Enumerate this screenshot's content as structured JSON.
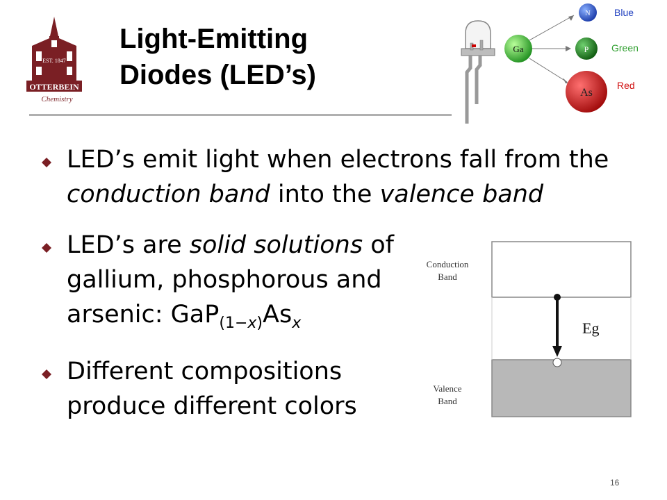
{
  "slide": {
    "title_line1": "Light-Emitting",
    "title_line2": "Diodes (LED’s)",
    "page_number": "16"
  },
  "logo": {
    "text_top": "EST. 1847",
    "text_name": "OTTERBEIN",
    "text_dept": "Chemistry",
    "color": "#7a1f24"
  },
  "led_figure": {
    "center_atom": "Ga",
    "atoms": [
      {
        "symbol": "N",
        "color_name": "Blue",
        "color": "#1f3fbf"
      },
      {
        "symbol": "P",
        "color_name": "Green",
        "color": "#2f9f2f"
      },
      {
        "symbol": "As",
        "color_name": "Red",
        "color": "#d01010"
      }
    ]
  },
  "bullets": {
    "b1": {
      "part1": "LED’s emit light when electrons fall from the ",
      "em1": "conduction band",
      "part2": " into the ",
      "em2": "valence band"
    },
    "b2": {
      "part1": "LED’s are ",
      "em1": "solid solutions",
      "part2": " of gallium, phosphorous and arsenic:  GaP",
      "sub1_open": "(1",
      "sub1_minus": "−",
      "sub1_x": "x",
      "sub1_close": ")",
      "part3": "As",
      "sub2": "x"
    },
    "b3": {
      "text": "Different compositions produce different colors"
    }
  },
  "band_diagram": {
    "conduction_label_1": "Conduction",
    "conduction_label_2": "Band",
    "valence_label_1": "Valence",
    "valence_label_2": "Band",
    "gap_label": "Eg",
    "valence_fill": "#b8b8b8"
  },
  "colors": {
    "bullet_mark": "#7a1f24"
  }
}
